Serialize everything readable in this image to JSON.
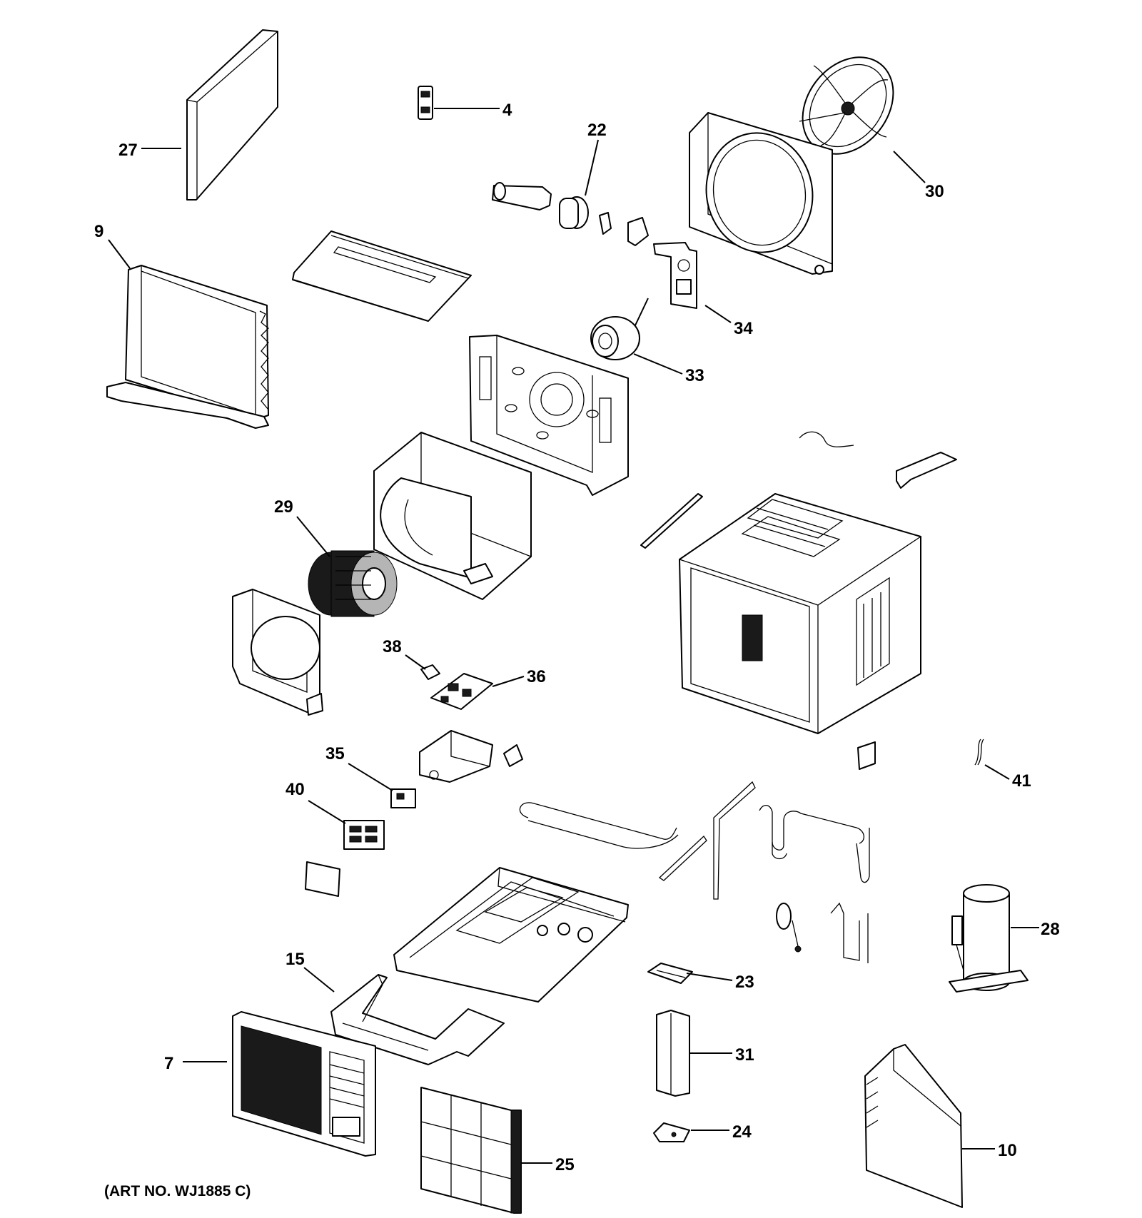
{
  "art_number": "(ART NO. WJ1885 C)",
  "callouts": {
    "p4": "4",
    "p7": "7",
    "p9": "9",
    "p10": "10",
    "p15": "15",
    "p22": "22",
    "p23": "23",
    "p24": "24",
    "p25": "25",
    "p27": "27",
    "p28": "28",
    "p29": "29",
    "p30": "30",
    "p31": "31",
    "p33": "33",
    "p34": "34",
    "p35": "35",
    "p36": "36",
    "p38": "38",
    "p40": "40",
    "p41": "41"
  }
}
